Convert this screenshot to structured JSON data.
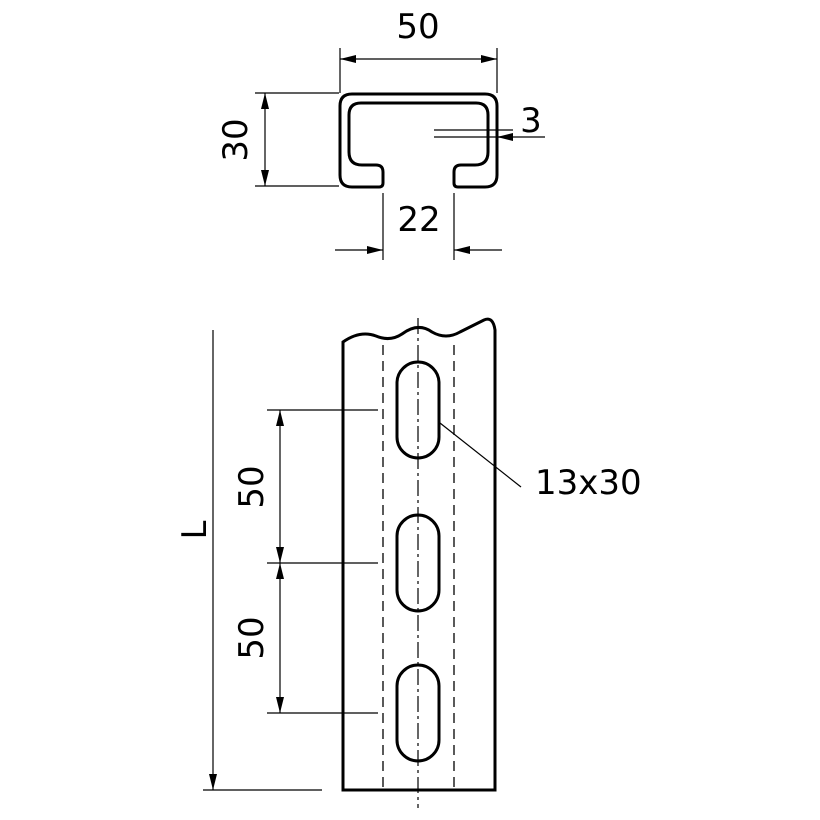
{
  "profile": {
    "width_label": "50",
    "height_label": "30",
    "thickness_label": "3",
    "slot_opening_label": "22"
  },
  "rail": {
    "pitch_label_top": "50",
    "pitch_label_bottom": "50",
    "slot_size_label": "13x30",
    "length_label": "L"
  }
}
